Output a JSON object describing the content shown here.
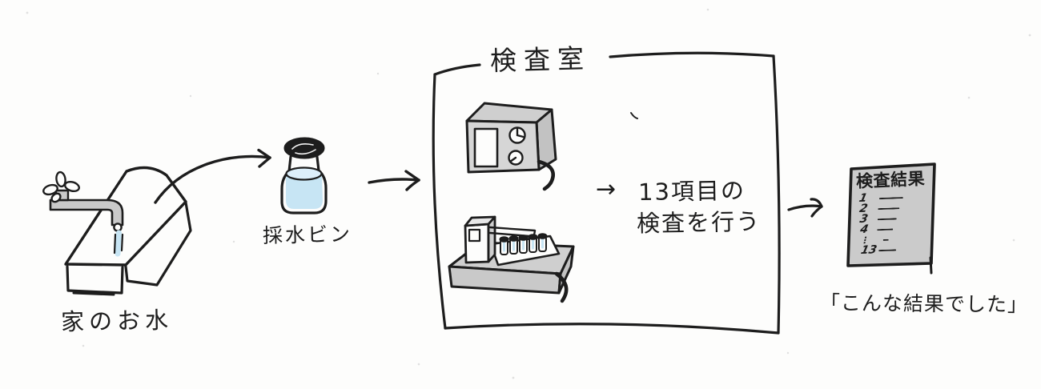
{
  "flow": {
    "sink": {
      "label": "家のお水"
    },
    "bottle": {
      "label": "採水ビン"
    },
    "lab": {
      "title": "検査室",
      "note_arrow": "→",
      "note_line1": "13項目の",
      "note_line2": "検査を行う"
    },
    "report": {
      "title": "検査結果",
      "items": [
        "1",
        "2",
        "3",
        "4",
        "⋮",
        "13"
      ]
    },
    "quote": "「こんな結果でした」"
  },
  "colors": {
    "ink": "#1d1d1d",
    "fill_gray": "#cbcbcb",
    "fill_gray_dark": "#c2c2c2",
    "fill_gray_light": "#d6d6d6",
    "water_blue": "#c7e5f4",
    "background": "#fdfdfc"
  }
}
